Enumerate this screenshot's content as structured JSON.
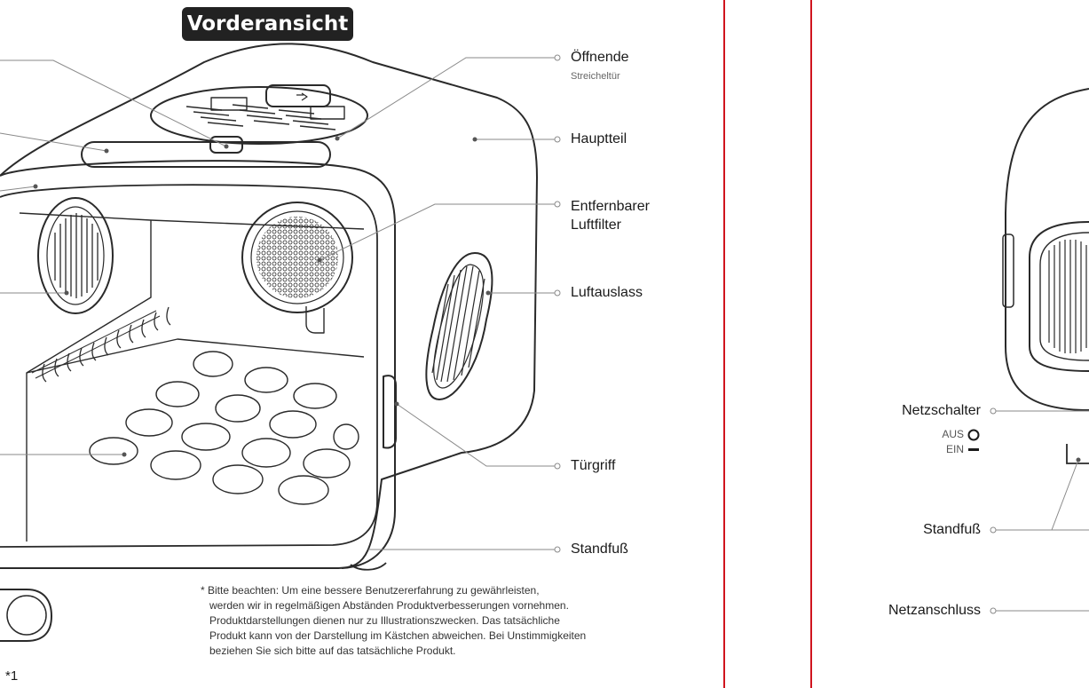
{
  "title": "Vorderansicht",
  "labels": {
    "opening_door": "Öffnende",
    "opening_door_sub": "Streicheltür",
    "main_body": "Hauptteil",
    "filter_line1": "Entfernbarer",
    "filter_line2": "Luftfilter",
    "air_outlet": "Luftauslass",
    "door_handle": "Türgriff",
    "stand_foot": "Standfuß"
  },
  "right_panel": {
    "power_switch": "Netzschalter",
    "off_label": "AUS",
    "on_label": "EIN",
    "stand_foot": "Standfuß",
    "power_connection": "Netzanschluss"
  },
  "footnote_lines": [
    "* Bitte beachten: Um eine bessere Benutzererfahrung zu gewährleisten,",
    "werden wir in regelmäßigen Abständen Produktverbesserungen vornehmen.",
    "Produktdarstellungen dienen nur zu Illustrationszwecken. Das tatsächliche",
    "Produkt kann von der Darstellung im Kästchen abweichen. Bei Unstimmigkeiten",
    "beziehen Sie sich bitte auf das tatsächliche Produkt."
  ],
  "inset_marker": "*1",
  "colors": {
    "divider": "#d0141e",
    "ink": "#2a2a2a",
    "badge": "#222222"
  }
}
